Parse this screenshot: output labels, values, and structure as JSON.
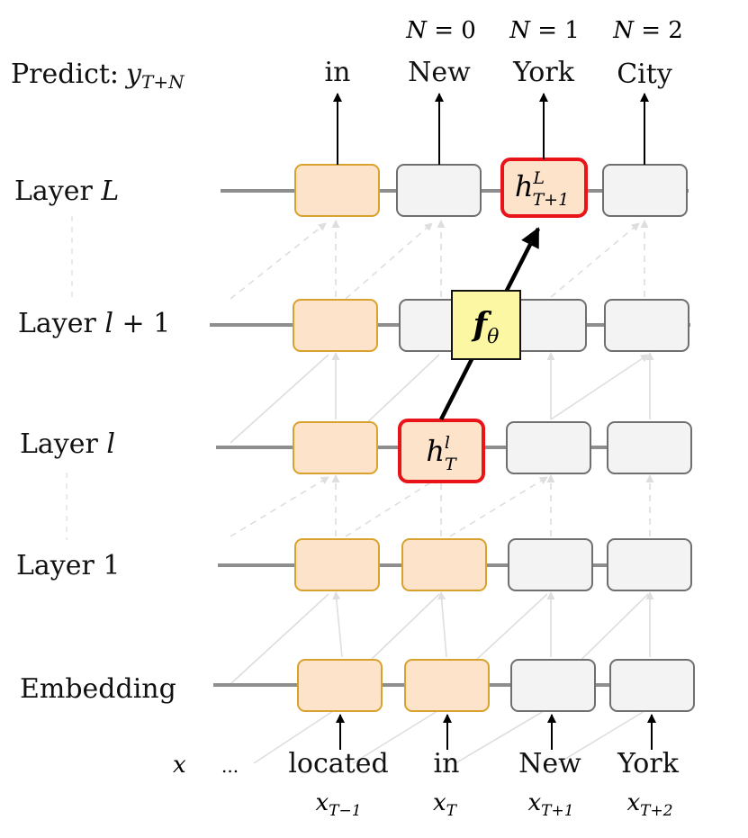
{
  "predict_label": "Predict:",
  "predict_var": {
    "base": "y",
    "sub": "T+N"
  },
  "layers": [
    "Layer L",
    "Layer l + 1",
    "Layer l",
    "Layer 1",
    "Embedding"
  ],
  "layer_labels": [
    {
      "plain": "Layer ",
      "var": "L",
      "suffix": ""
    },
    {
      "plain": "Layer ",
      "var": "l",
      "suffix": " + 1"
    },
    {
      "plain": "Layer ",
      "var": "l",
      "suffix": ""
    },
    {
      "plain": "Layer 1",
      "var": "",
      "suffix": ""
    },
    {
      "plain": "Embedding",
      "var": "",
      "suffix": ""
    }
  ],
  "n_labels": [
    "N = 0",
    "N = 1",
    "N = 2"
  ],
  "n_label_parts": [
    {
      "var": "N",
      "rest": " = 0"
    },
    {
      "var": "N",
      "rest": " = 1"
    },
    {
      "var": "N",
      "rest": " = 2"
    }
  ],
  "output_tokens": [
    "in",
    "New",
    "York",
    "City"
  ],
  "input_var": "x",
  "ellipsis": "...",
  "input_tokens": [
    "located",
    "in",
    "New",
    "York"
  ],
  "input_subscripts": [
    {
      "base": "x",
      "sub": "T−1"
    },
    {
      "base": "x",
      "sub": "T"
    },
    {
      "base": "x",
      "sub": "T+1"
    },
    {
      "base": "x",
      "sub": "T+2"
    }
  ],
  "hidden_source": {
    "base": "h",
    "sup": "l",
    "sub": "T"
  },
  "hidden_target": {
    "base": "h",
    "sup": "L",
    "sub": "T+1"
  },
  "mapping": {
    "base": "f",
    "sub": "θ"
  },
  "colors": {
    "context_fill": "#fde3c9",
    "context_stroke": "#d9a22e",
    "future_fill": "#f3f3f3",
    "future_stroke": "#6f6f6f",
    "highlight": "#e8141a",
    "f_fill": "#fbf7a2",
    "trunk": "#8e8e8e"
  }
}
